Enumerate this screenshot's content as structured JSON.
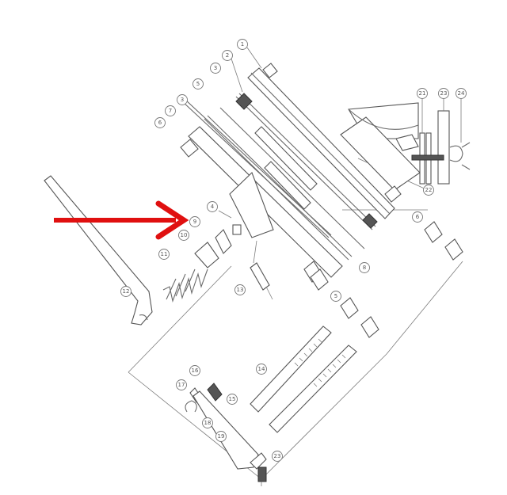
{
  "diagram": {
    "callouts": [
      {
        "id": "c1",
        "label": "1"
      },
      {
        "id": "c2",
        "label": "2"
      },
      {
        "id": "c3a",
        "label": "3"
      },
      {
        "id": "c5a",
        "label": "5"
      },
      {
        "id": "c3b",
        "label": "3"
      },
      {
        "id": "c7",
        "label": "7"
      },
      {
        "id": "c6a",
        "label": "6"
      },
      {
        "id": "c4",
        "label": "4"
      },
      {
        "id": "c9",
        "label": "9"
      },
      {
        "id": "c10",
        "label": "10"
      },
      {
        "id": "c11",
        "label": "11"
      },
      {
        "id": "c12",
        "label": "12"
      },
      {
        "id": "c13",
        "label": "13"
      },
      {
        "id": "c8",
        "label": "8"
      },
      {
        "id": "c5b",
        "label": "5"
      },
      {
        "id": "c6b",
        "label": "6"
      },
      {
        "id": "c21",
        "label": "21"
      },
      {
        "id": "c22",
        "label": "22"
      },
      {
        "id": "c23a",
        "label": "23"
      },
      {
        "id": "c24",
        "label": "24"
      },
      {
        "id": "c14",
        "label": "14"
      },
      {
        "id": "c16",
        "label": "16"
      },
      {
        "id": "c15",
        "label": "15"
      },
      {
        "id": "c17",
        "label": "17"
      },
      {
        "id": "c18",
        "label": "18"
      },
      {
        "id": "c19",
        "label": "19"
      },
      {
        "id": "c23b",
        "label": "23"
      }
    ],
    "arrow_color": "#e01010",
    "line_color": "#6b6b6b"
  }
}
